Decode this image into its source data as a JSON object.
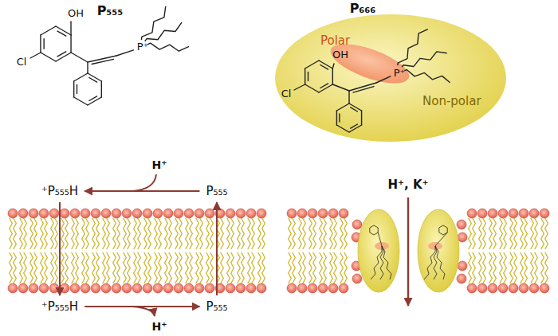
{
  "diagram": {
    "nodes": [
      {
        "text": [
          "Non-polar"
        ]
      },
      {
        "text": [
          "Polar"
        ],
        "in": 0
      },
      {
        "text": [
          "⁺P₅₅₅H"
        ]
      },
      {
        "text": [
          "P₅₅₅"
        ]
      },
      {
        "text": [
          "⁺P₅₅₅H"
        ]
      },
      {
        "text": [
          "P₅₅₅"
        ]
      }
    ],
    "edges": [
      {
        "from": 3,
        "to": 2,
        "arrow": "to",
        "label": "H⁺"
      },
      {
        "from": 2,
        "to": 4,
        "arrow": "to"
      },
      {
        "from": 4,
        "to": 5,
        "arrow": "to",
        "label": "H⁺"
      },
      {
        "from": 5,
        "to": 3,
        "arrow": "to"
      }
    ],
    "labels": [
      "P₅₅₅",
      "OH",
      "Cl",
      "P⁺",
      "P₆₆₆",
      "OH",
      "Cl",
      "P⁺",
      "H⁺, K⁺"
    ]
  }
}
